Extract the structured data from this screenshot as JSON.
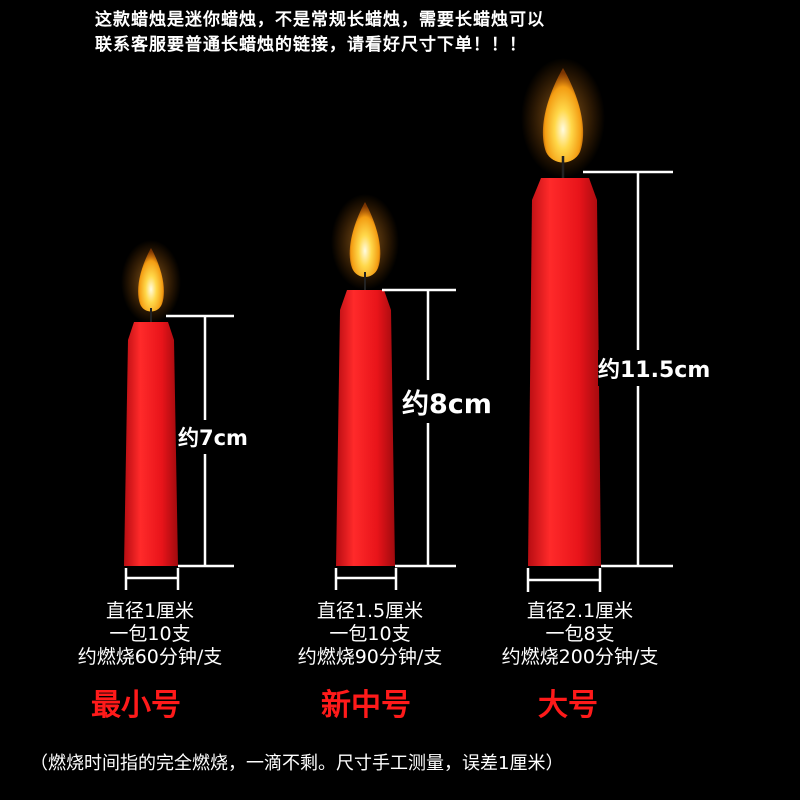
{
  "top_note_line1": "这款蜡烛是迷你蜡烛，不是常规长蜡烛，需要长蜡烛可以",
  "top_note_line2": "联系客服要普通长蜡烛的链接，请看好尺寸下单！！！",
  "candles": [
    {
      "height_label": "约7cm",
      "diameter": "直径1厘米",
      "pack": "一包10支",
      "burn": "约燃烧60分钟/支",
      "size_name": "最小号"
    },
    {
      "height_label": "约8cm",
      "diameter": "直径1.5厘米",
      "pack": "一包10支",
      "burn": "约燃烧90分钟/支",
      "size_name": "新中号"
    },
    {
      "height_label": "约11.5cm",
      "diameter": "直径2.1厘米",
      "pack": "一包8支",
      "burn": "约燃烧200分钟/支",
      "size_name": "大号"
    }
  ],
  "footnote": "（燃烧时间指的完全燃烧，一滴不剩。尺寸手工测量，误差1厘米）",
  "colors": {
    "candle_red": "#e8141a",
    "accent_red": "#ff1a1a",
    "flame_outer": "#f5a623",
    "flame_inner": "#fff7c2"
  }
}
